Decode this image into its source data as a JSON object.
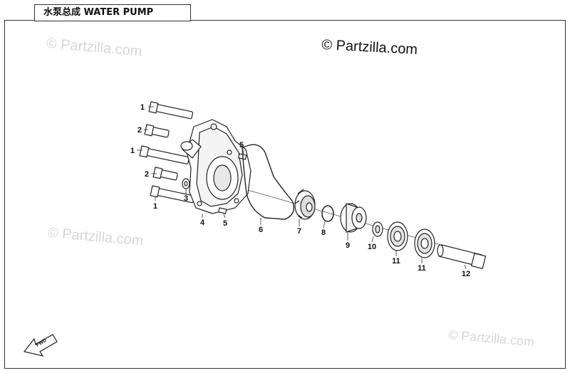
{
  "diagram": {
    "title": "水泵总成 WATER PUMP",
    "copyright": "© Partzilla.com",
    "watermarks": [
      "© Partzilla.com",
      "© Partzilla.com",
      "© Partzilla.com"
    ],
    "fwd_label": "FWD",
    "callouts": [
      "1",
      "2",
      "1",
      "2",
      "1",
      "3",
      "4",
      "5",
      "5",
      "6",
      "7",
      "8",
      "9",
      "10",
      "11",
      "11",
      "12"
    ]
  }
}
